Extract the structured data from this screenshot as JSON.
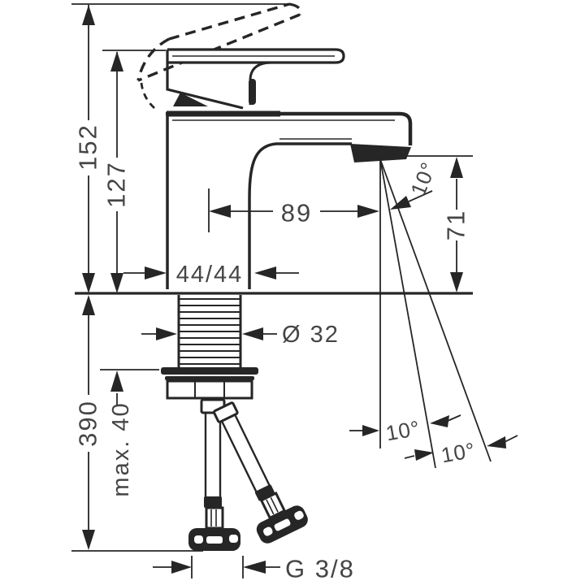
{
  "title": "Single-lever basin mixer — dimensional technical drawing",
  "labels": {
    "total_height": "152",
    "handle_height": "127",
    "spout_reach": "89",
    "spout_height": "71",
    "spray_angle": "10°",
    "body_width": "44/44",
    "shank_diameter": "Ø 32",
    "hose_length": "390",
    "max_deck_thickness": "max. 40",
    "swivel_angle_left": "10°",
    "swivel_angle_right": "10°",
    "connection_thread": "G 3/8"
  },
  "colors": {
    "line": "#262626",
    "text": "#454545",
    "background": "#ffffff"
  }
}
